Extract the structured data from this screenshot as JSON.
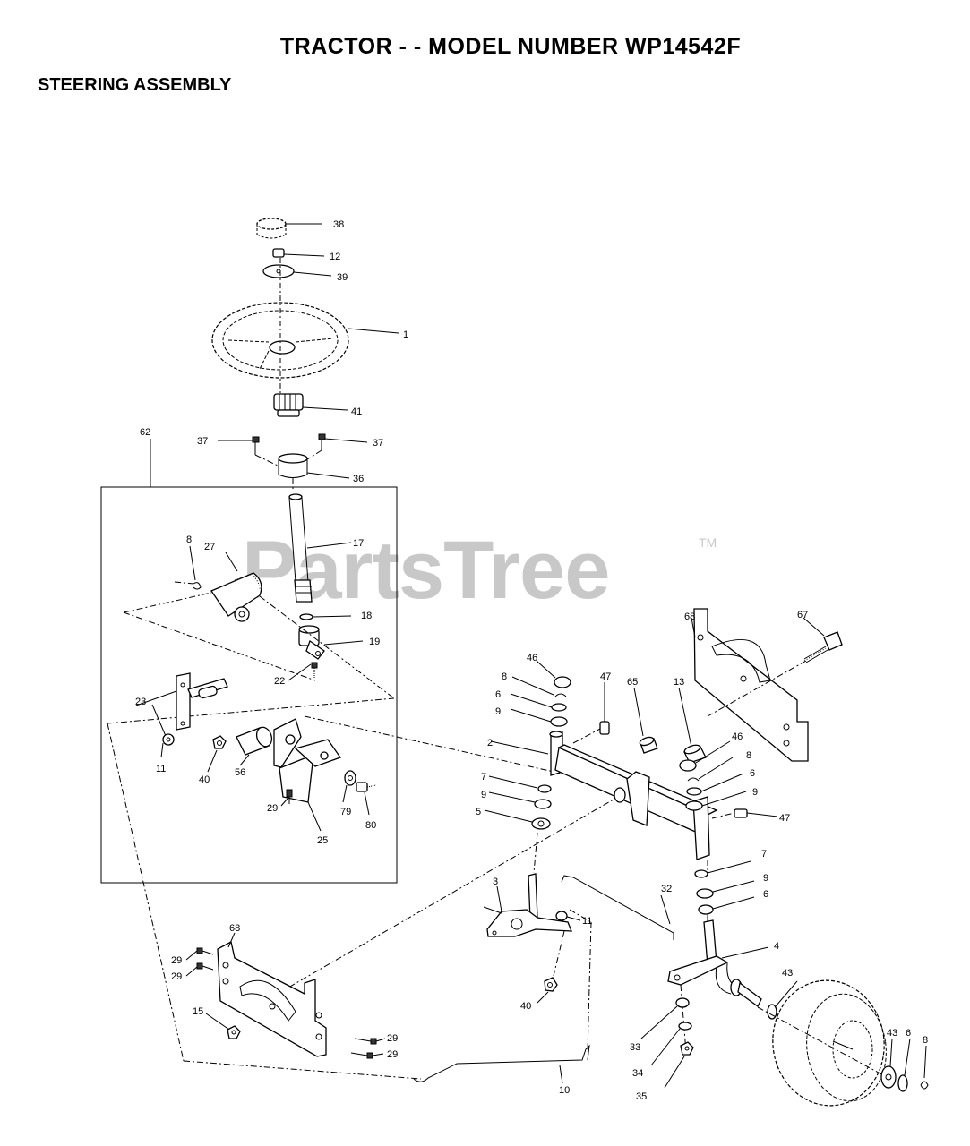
{
  "header": {
    "title": "TRACTOR - - MODEL NUMBER WP14542F",
    "section": "STEERING ASSEMBLY"
  },
  "watermark": {
    "text": "PartsTree",
    "trademark": "TM"
  },
  "callouts": [
    {
      "id": "c-38",
      "label": "38"
    },
    {
      "id": "c-12",
      "label": "12"
    },
    {
      "id": "c-39",
      "label": "39"
    },
    {
      "id": "c-1",
      "label": "1"
    },
    {
      "id": "c-41",
      "label": "41"
    },
    {
      "id": "c-62",
      "label": "62"
    },
    {
      "id": "c-37a",
      "label": "37"
    },
    {
      "id": "c-37b",
      "label": "37"
    },
    {
      "id": "c-36",
      "label": "36"
    },
    {
      "id": "c-17",
      "label": "17"
    },
    {
      "id": "c-8a",
      "label": "8"
    },
    {
      "id": "c-27",
      "label": "27"
    },
    {
      "id": "c-18",
      "label": "18"
    },
    {
      "id": "c-19",
      "label": "19"
    },
    {
      "id": "c-22",
      "label": "22"
    },
    {
      "id": "c-23",
      "label": "23"
    },
    {
      "id": "c-11a",
      "label": "11"
    },
    {
      "id": "c-40a",
      "label": "40"
    },
    {
      "id": "c-56",
      "label": "56"
    },
    {
      "id": "c-29a",
      "label": "29"
    },
    {
      "id": "c-79",
      "label": "79"
    },
    {
      "id": "c-80",
      "label": "80"
    },
    {
      "id": "c-25",
      "label": "25"
    },
    {
      "id": "c-68a",
      "label": "68"
    },
    {
      "id": "c-67",
      "label": "67"
    },
    {
      "id": "c-46a",
      "label": "46"
    },
    {
      "id": "c-8b",
      "label": "8"
    },
    {
      "id": "c-6a",
      "label": "6"
    },
    {
      "id": "c-9a",
      "label": "9"
    },
    {
      "id": "c-47a",
      "label": "47"
    },
    {
      "id": "c-65",
      "label": "65"
    },
    {
      "id": "c-13",
      "label": "13"
    },
    {
      "id": "c-2",
      "label": "2"
    },
    {
      "id": "c-46b",
      "label": "46"
    },
    {
      "id": "c-8c",
      "label": "8"
    },
    {
      "id": "c-6b",
      "label": "6"
    },
    {
      "id": "c-9b",
      "label": "9"
    },
    {
      "id": "c-7a",
      "label": "7"
    },
    {
      "id": "c-9c",
      "label": "9"
    },
    {
      "id": "c-5",
      "label": "5"
    },
    {
      "id": "c-47b",
      "label": "47"
    },
    {
      "id": "c-7b",
      "label": "7"
    },
    {
      "id": "c-9d",
      "label": "9"
    },
    {
      "id": "c-6c",
      "label": "6"
    },
    {
      "id": "c-3",
      "label": "3"
    },
    {
      "id": "c-32",
      "label": "32"
    },
    {
      "id": "c-11b",
      "label": "11"
    },
    {
      "id": "c-4",
      "label": "4"
    },
    {
      "id": "c-68b",
      "label": "68"
    },
    {
      "id": "c-29b",
      "label": "29"
    },
    {
      "id": "c-29c",
      "label": "29"
    },
    {
      "id": "c-15",
      "label": "15"
    },
    {
      "id": "c-40b",
      "label": "40"
    },
    {
      "id": "c-43a",
      "label": "43"
    },
    {
      "id": "c-29d",
      "label": "29"
    },
    {
      "id": "c-29e",
      "label": "29"
    },
    {
      "id": "c-33",
      "label": "33"
    },
    {
      "id": "c-43b",
      "label": "43"
    },
    {
      "id": "c-6d",
      "label": "6"
    },
    {
      "id": "c-8d",
      "label": "8"
    },
    {
      "id": "c-34",
      "label": "34"
    },
    {
      "id": "c-10",
      "label": "10"
    },
    {
      "id": "c-35",
      "label": "35"
    }
  ]
}
